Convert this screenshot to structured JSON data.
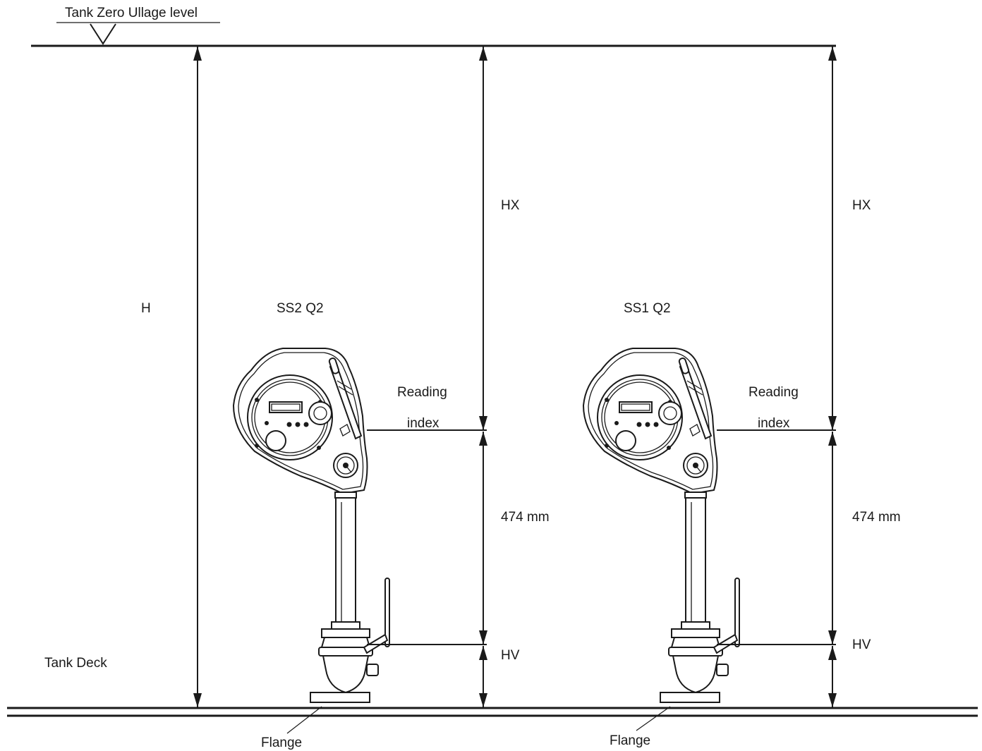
{
  "labels": {
    "zero_ullage": "Tank Zero Ullage level",
    "h": "H",
    "tank_deck": "Tank Deck"
  },
  "units": [
    {
      "name": "SS2 Q2",
      "hx": "HX",
      "reading_line1": "Reading",
      "reading_line2": "index",
      "dim_474": "474 mm",
      "hv": "HV",
      "flange": "Flange"
    },
    {
      "name": "SS1 Q2",
      "hx": "HX",
      "reading_line1": "Reading",
      "reading_line2": "index",
      "dim_474": "474 mm",
      "hv": "HV",
      "flange": "Flange"
    }
  ],
  "colors": {
    "line": "#1a1a1a",
    "background": "#ffffff"
  }
}
